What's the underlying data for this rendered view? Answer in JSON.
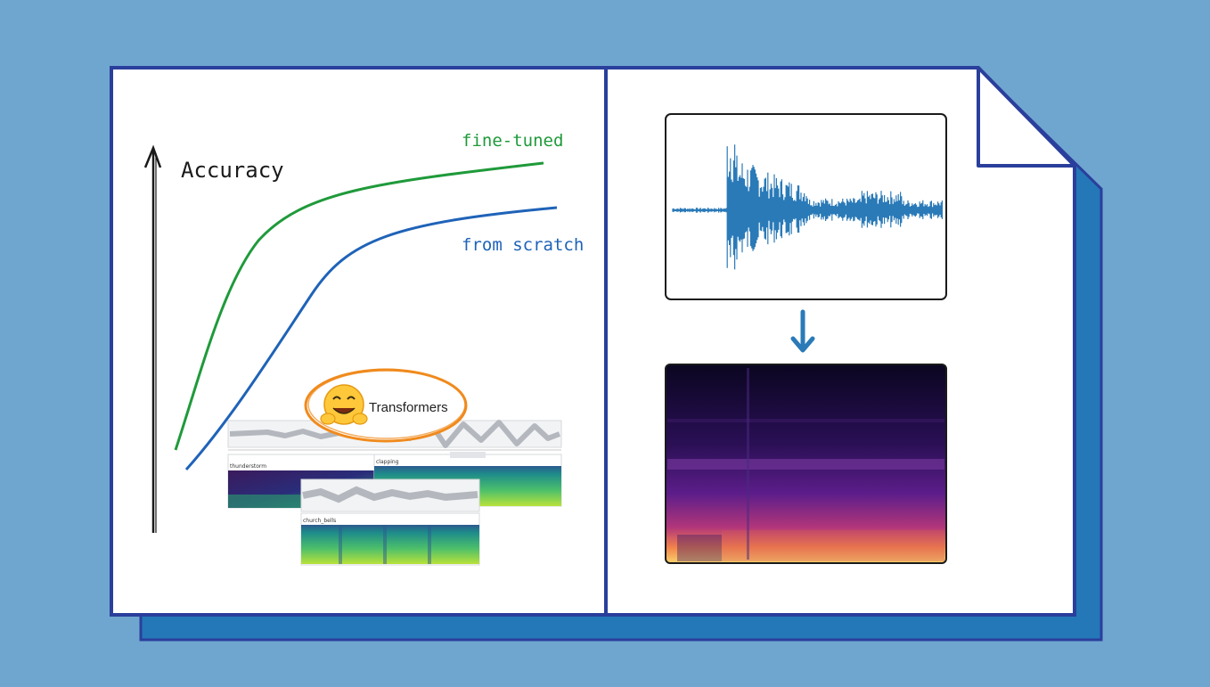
{
  "left_panel": {
    "axis_label": "Accuracy",
    "curves": [
      {
        "label": "fine-tuned",
        "color": "#1f9a3a"
      },
      {
        "label": "from scratch",
        "color": "#1f63b8"
      }
    ],
    "badge": {
      "icon": "hugging-face-emoji-icon",
      "label": "Transformers",
      "ring_color": "#f08a1c"
    },
    "audio_cards": [
      {
        "label": "thunderstorm"
      },
      {
        "label": "clapping"
      },
      {
        "label": "church_bells"
      }
    ]
  },
  "right_panel": {
    "waveform_color": "#2a7ab8",
    "arrow_color": "#2a7ab8",
    "spectrogram_palette": [
      "#0a0620",
      "#2a0f55",
      "#5c1d8a",
      "#b2367a",
      "#f1824a",
      "#fbd36a"
    ]
  },
  "colors": {
    "background": "#6fa6cf",
    "border": "#2a3f9c",
    "shadow": "#2478b8",
    "paper": "#ffffff"
  }
}
